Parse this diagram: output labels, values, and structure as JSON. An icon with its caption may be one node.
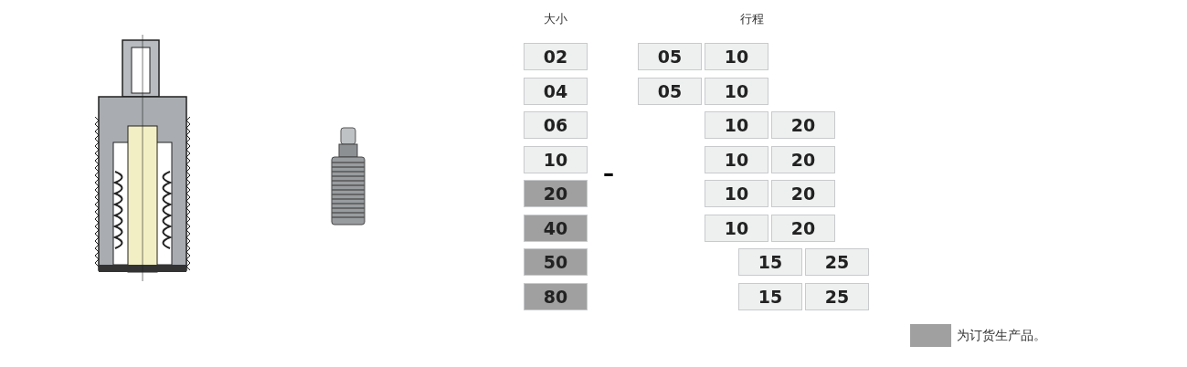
{
  "diagram": {
    "labels": [
      "大小",
      "行程",
      "02",
      "05",
      "10",
      "04",
      "05",
      "10",
      "06",
      "10",
      "20",
      "10",
      "10",
      "20",
      "–",
      "20",
      "10",
      "20",
      "40",
      "10",
      "20",
      "50",
      "15",
      "25",
      "80",
      "15",
      "25"
    ],
    "legend": [
      {
        "text": "为订货生产品。",
        "color": "#a0a0a0"
      }
    ]
  }
}
